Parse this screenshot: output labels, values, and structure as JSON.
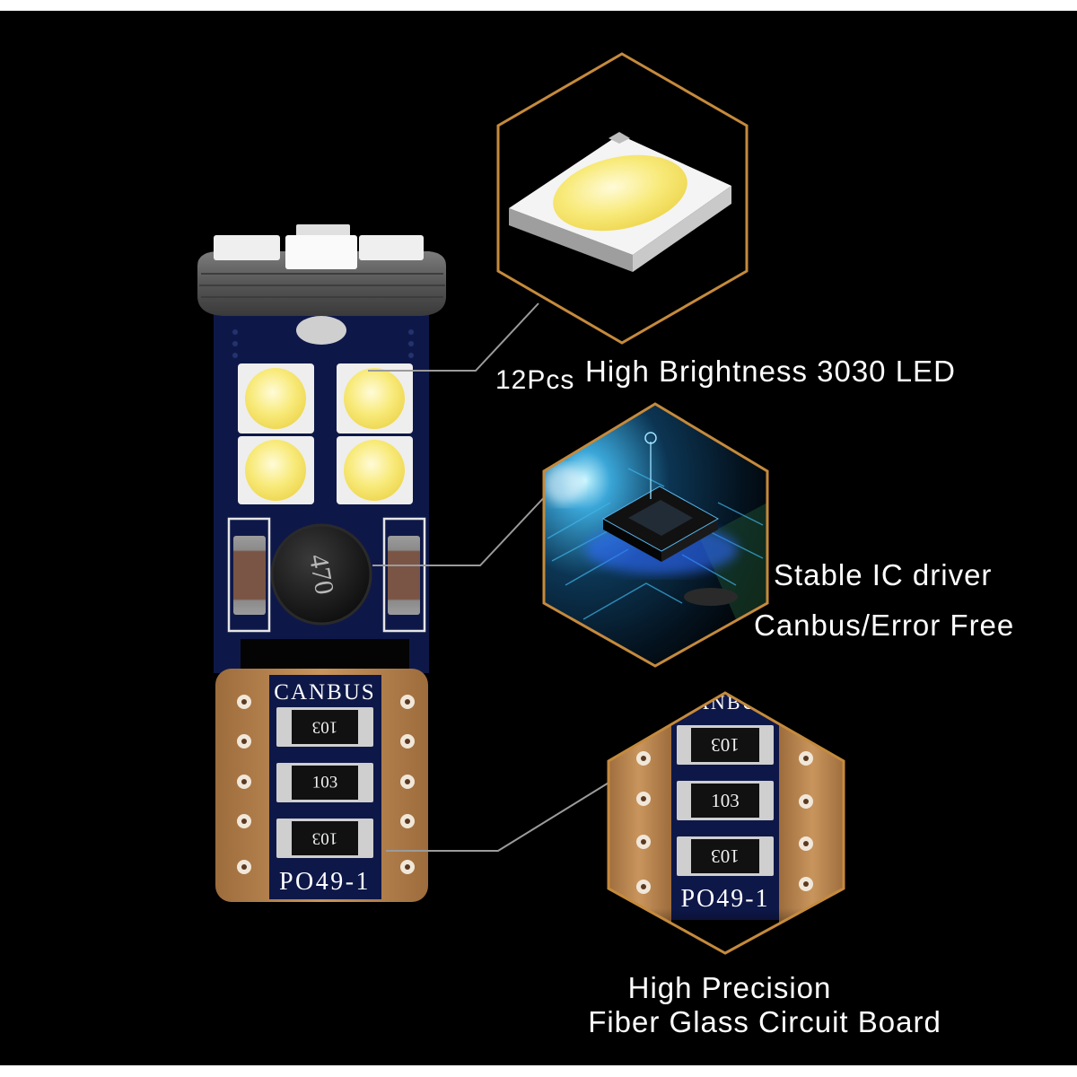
{
  "colors": {
    "background": "#000000",
    "frame": "#ffffff",
    "accent_gold": "#c58a3c",
    "pcb_blue": "#0e1848",
    "copper": "#b9854f",
    "led_yellow": "#f6e36a",
    "leader_line": "#9b9b9b",
    "text": "#ffffff"
  },
  "callouts": {
    "led": {
      "count": "12Pcs",
      "label": "High Brightness 3030 LED",
      "icon": "smd-led-closeup-icon"
    },
    "driver": {
      "line1": "Stable IC driver",
      "line2": "Canbus/Error Free",
      "icon": "ic-chip-closeup-icon"
    },
    "board": {
      "line1": "High Precision",
      "line2": "Fiber Glass Circuit Board",
      "icon": "circuit-board-closeup-icon"
    }
  },
  "bulb": {
    "canbus_label": "CANBUS",
    "inductor_code": "470",
    "resistor_codes": [
      "103",
      "103",
      "103"
    ],
    "board_code": "PO49-1"
  },
  "board_zoom": {
    "canbus_label": "CANBUS",
    "resistor_codes": [
      "103",
      "103",
      "103"
    ],
    "board_code": "PO49-1"
  }
}
